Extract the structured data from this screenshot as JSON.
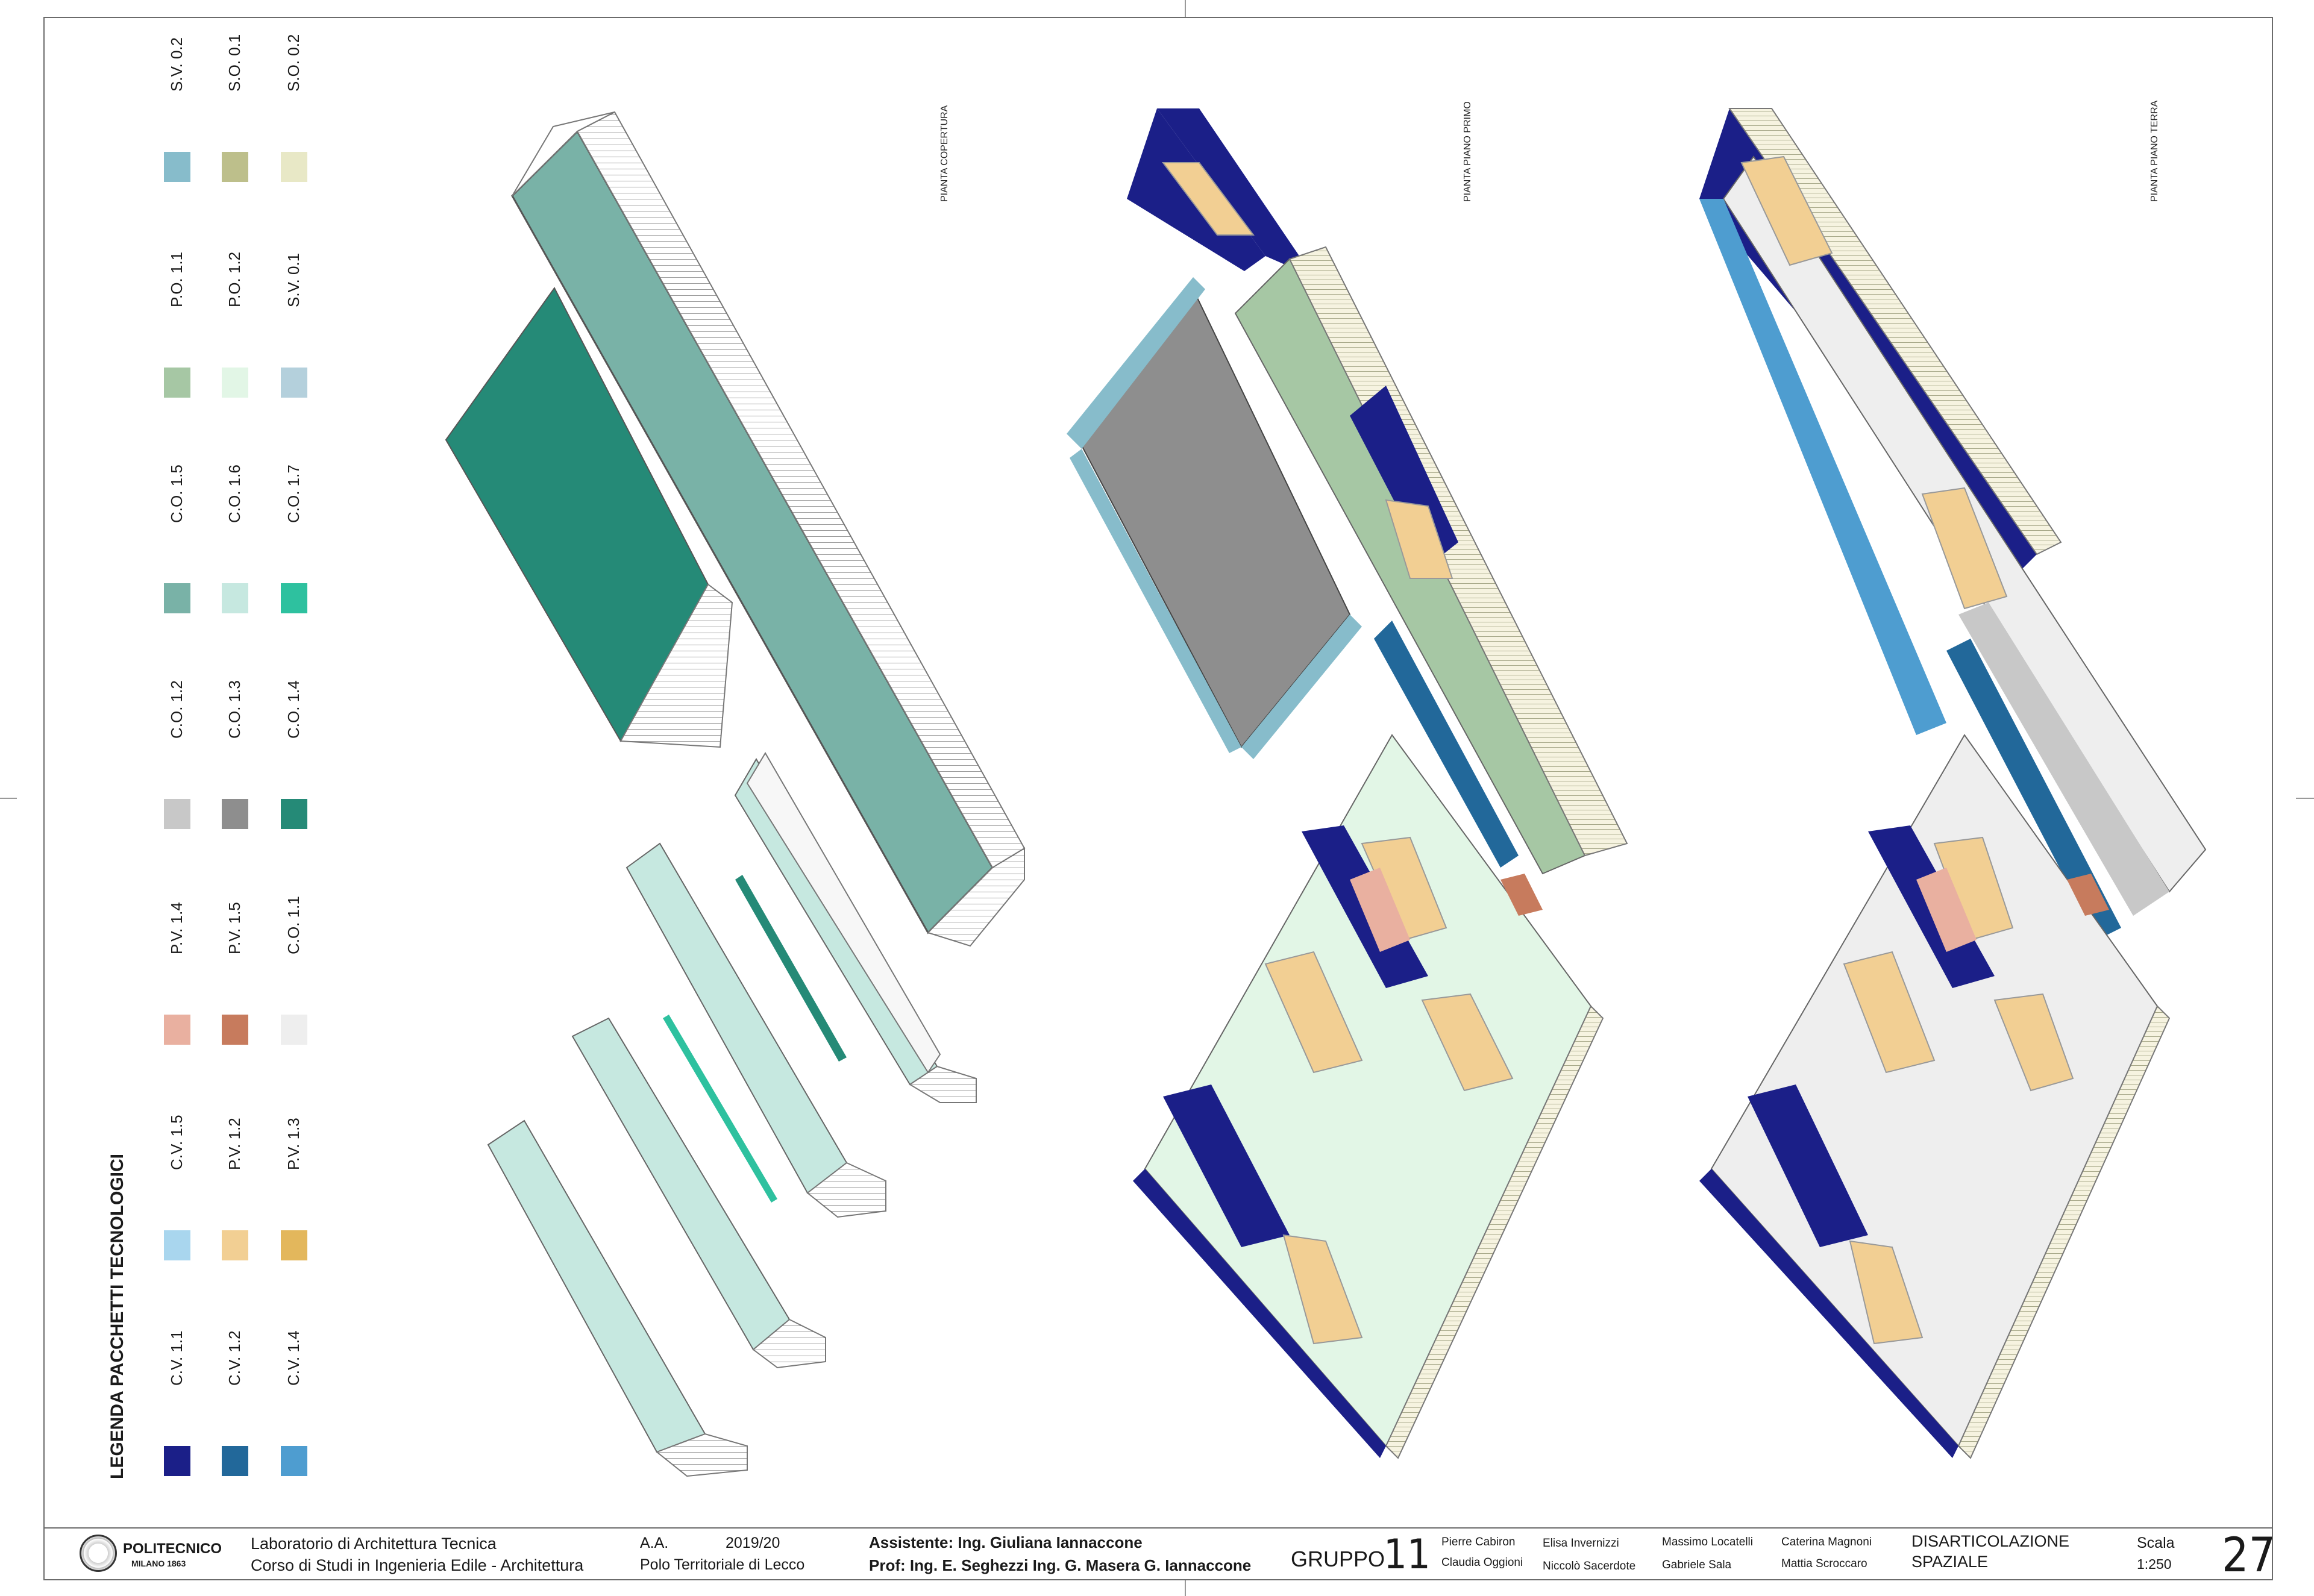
{
  "legend": {
    "title": "LEGENDA PACCHETTI TECNOLOGICI",
    "items": [
      {
        "code": "C.V. 1.1",
        "color": "#1b1f88"
      },
      {
        "code": "C.V. 1.2",
        "color": "#22689a"
      },
      {
        "code": "C.V. 1.4",
        "color": "#4e9dd0"
      },
      {
        "code": "C.V. 1.5",
        "color": "#a9d6ee"
      },
      {
        "code": "P.V. 1.2",
        "color": "#f2cf93"
      },
      {
        "code": "P.V. 1.3",
        "color": "#e3b75c"
      },
      {
        "code": "P.V. 1.4",
        "color": "#e9b0a0"
      },
      {
        "code": "P.V. 1.5",
        "color": "#c77b5d"
      },
      {
        "code": "C.O. 1.1",
        "color": "#eeeeee"
      },
      {
        "code": "C.O. 1.2",
        "color": "#c8c8c8"
      },
      {
        "code": "C.O. 1.3",
        "color": "#8e8e8e"
      },
      {
        "code": "C.O. 1.4",
        "color": "#258a77"
      },
      {
        "code": "C.O. 1.5",
        "color": "#79b2a7"
      },
      {
        "code": "C.O. 1.6",
        "color": "#c6e8e0"
      },
      {
        "code": "C.O. 1.7",
        "color": "#2ec19f"
      },
      {
        "code": "P.O. 1.1",
        "color": "#a6c7a4"
      },
      {
        "code": "P.O. 1.2",
        "color": "#e2f6e6"
      },
      {
        "code": "S.V. 0.1",
        "color": "#b4d0dc"
      },
      {
        "code": "S.V. 0.2",
        "color": "#87bccb"
      },
      {
        "code": "S.O. 0.1",
        "color": "#bdbf8b"
      },
      {
        "code": "S.O. 0.2",
        "color": "#e8e8c6"
      }
    ]
  },
  "drawings": {
    "roof_label": "PIANTA COPERTURA",
    "first_floor_label": "PIANTA PIANO PRIMO",
    "ground_floor_label": "PIANTA PIANO TERRA"
  },
  "title_block": {
    "logo_name": "POLITECNICO",
    "logo_sub": "MILANO 1863",
    "course_line1": "Laboratorio di Architettura Tecnica",
    "course_line2": "Corso di Studi in Ingenieria Edile - Architettura",
    "aa_label": "A.A.",
    "aa_value": "2019/20",
    "site": "Polo Territoriale di Lecco",
    "assistant": "Assistente: Ing. Giuliana Iannaccone",
    "professors": "Prof: Ing. E. Seghezzi Ing. G. Masera G. Iannaccone",
    "group_label": "GRUPPO",
    "group_number": "11",
    "members": [
      [
        "Pierre Cabiron",
        "Claudia Oggioni"
      ],
      [
        "Elisa Invernizzi",
        "Niccolò Sacerdote"
      ],
      [
        "Massimo Locatelli",
        "Gabriele Sala"
      ],
      [
        "Caterina Magnoni",
        "Mattia Scroccaro"
      ]
    ],
    "sheet_title_1": "DISARTICOLAZIONE",
    "sheet_title_2": "SPAZIALE",
    "scale_label": "Scala",
    "scale_value": "1:250",
    "sheet_number": "27"
  }
}
